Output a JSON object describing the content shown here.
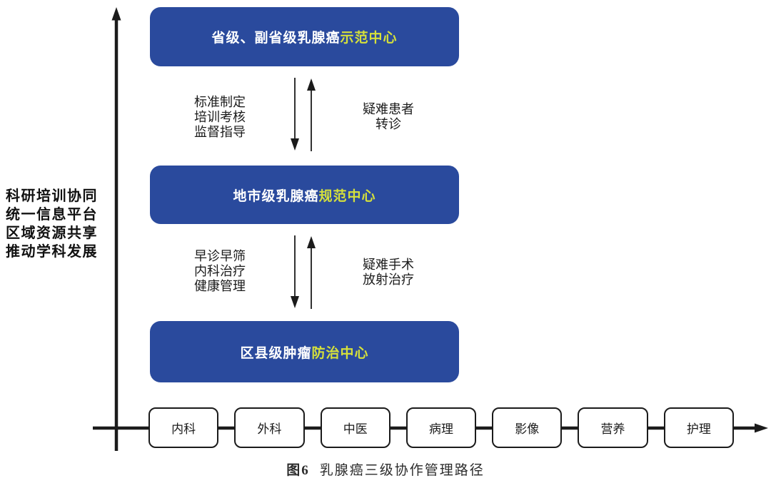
{
  "figure": {
    "caption": {
      "prefix": "图6",
      "title": "乳腺癌三级协作管理路径"
    },
    "side_label": {
      "lines": [
        "科研培训协同",
        "统一信息平台",
        "区域资源共享",
        "推动学科发展"
      ]
    },
    "levels": [
      {
        "name": "provincial",
        "label": "省级、副省级乳腺癌",
        "highlight": "示范中心"
      },
      {
        "name": "municipal",
        "label": "地市级乳腺癌",
        "highlight": "规范中心"
      },
      {
        "name": "county",
        "label": "区县级肿瘤",
        "highlight": "防治中心"
      }
    ],
    "flows": [
      {
        "down_lines": [
          "标准制定",
          "培训考核",
          "监督指导"
        ],
        "up_lines": [
          "疑难患者",
          "转诊"
        ]
      },
      {
        "down_lines": [
          "早诊早筛",
          "内科治疗",
          "健康管理"
        ],
        "up_lines": [
          "疑难手术",
          "放射治疗"
        ]
      }
    ],
    "departments": [
      "内科",
      "外科",
      "中医",
      "病理",
      "影像",
      "营养",
      "护理"
    ],
    "colors": {
      "box_blue": "#2a4a9d",
      "highlight_yellow": "#d5e03b",
      "line_black": "#1b1b1b"
    }
  }
}
